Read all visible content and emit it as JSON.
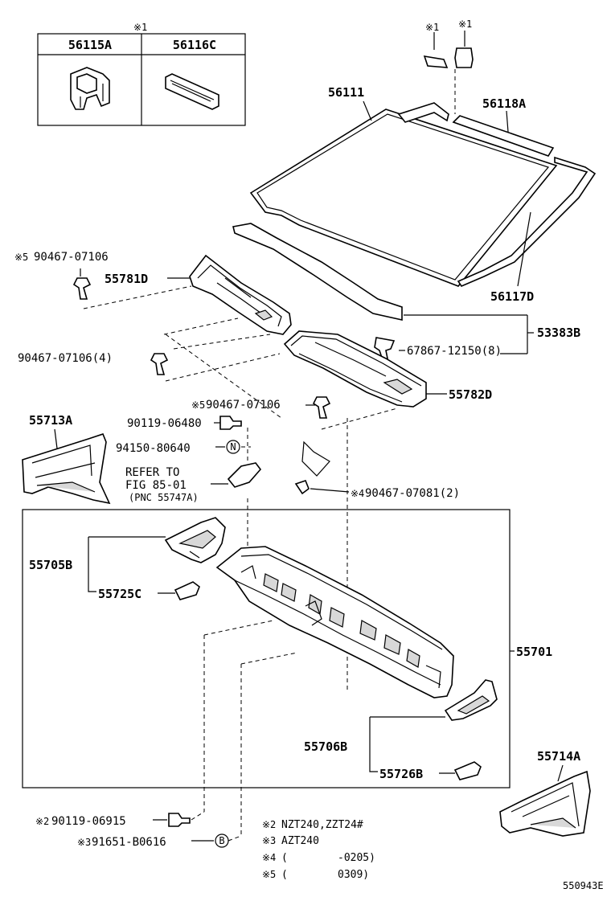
{
  "footnote_markers": {
    "m1": "※1",
    "m2": "※2",
    "m3": "※3",
    "m4": "※4",
    "m5": "※5"
  },
  "inset": {
    "left_label": "56115A",
    "right_label": "56116C"
  },
  "parts": {
    "p56111": "56111",
    "p56118A": "56118A",
    "p56117D": "56117D",
    "p53383B": "53383B",
    "p90467_07106_top": "90467-07106",
    "p55781D": "55781D",
    "p67867": "67867-12150(8)",
    "p90467_07106_4": "90467-07106(4)",
    "p55782D": "55782D",
    "p90467_07106_5b": "90467-07106",
    "p90119_06480": "90119-06480",
    "p55713A": "55713A",
    "p94150": "94150-80640",
    "refer1": "REFER TO",
    "refer2": "FIG 85-01",
    "refer3": "(PNC 55747A)",
    "p90467_07081": "90467-07081(2)",
    "p55705B": "55705B",
    "p55725C": "55725C",
    "p55701": "55701",
    "p55706B": "55706B",
    "p55726B": "55726B",
    "p55714A": "55714A",
    "p90119_06915": "90119-06915",
    "p91651": "91651-B0616"
  },
  "circle_marks": {
    "n": "N",
    "b": "B"
  },
  "notes": {
    "n2": "NZT240,ZZT24#",
    "n3": "AZT240",
    "n4_open": "(",
    "n4_close": "-0205)",
    "n5_open": "(",
    "n5_close": "0309)"
  },
  "figure_code": "550943E"
}
